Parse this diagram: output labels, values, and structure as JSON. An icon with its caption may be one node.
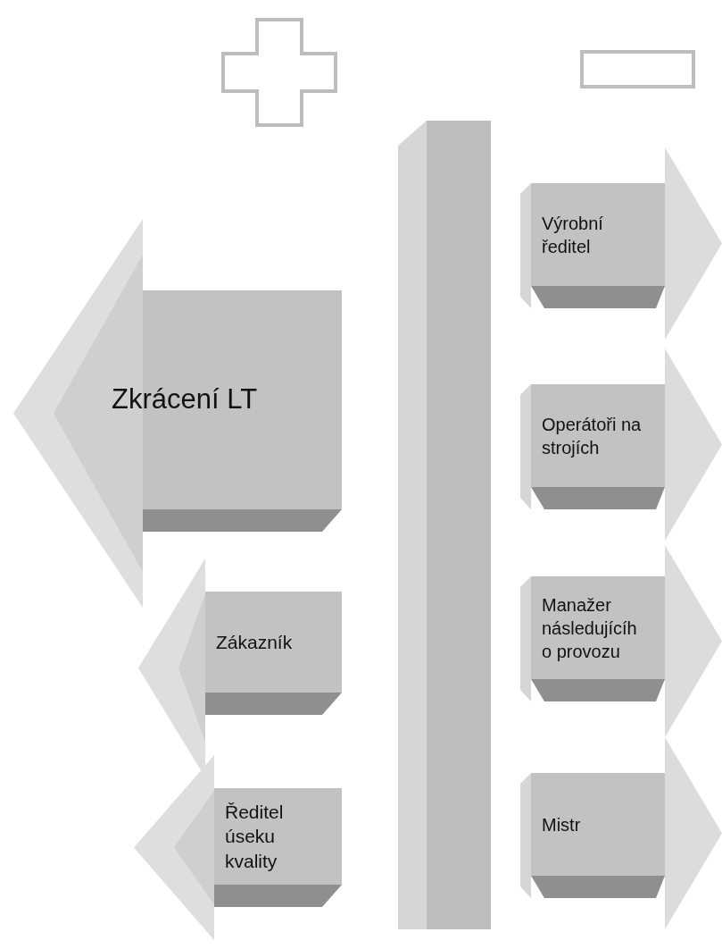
{
  "diagram": {
    "nodes": [
      {
        "text": [],
        "shape": "bar"
      },
      {
        "text": [
          "Zkrácení LT"
        ]
      },
      {
        "text": [
          "Zákazník"
        ]
      },
      {
        "text": [
          "Ředitel úseku kvality"
        ]
      },
      {
        "text": [
          "Výrobní ředitel"
        ]
      },
      {
        "text": [
          "Operátoři na strojích"
        ]
      },
      {
        "text": [
          "Manažer následujícíh o provozu"
        ]
      },
      {
        "text": [
          "Mistr"
        ]
      }
    ],
    "edges": []
  }
}
